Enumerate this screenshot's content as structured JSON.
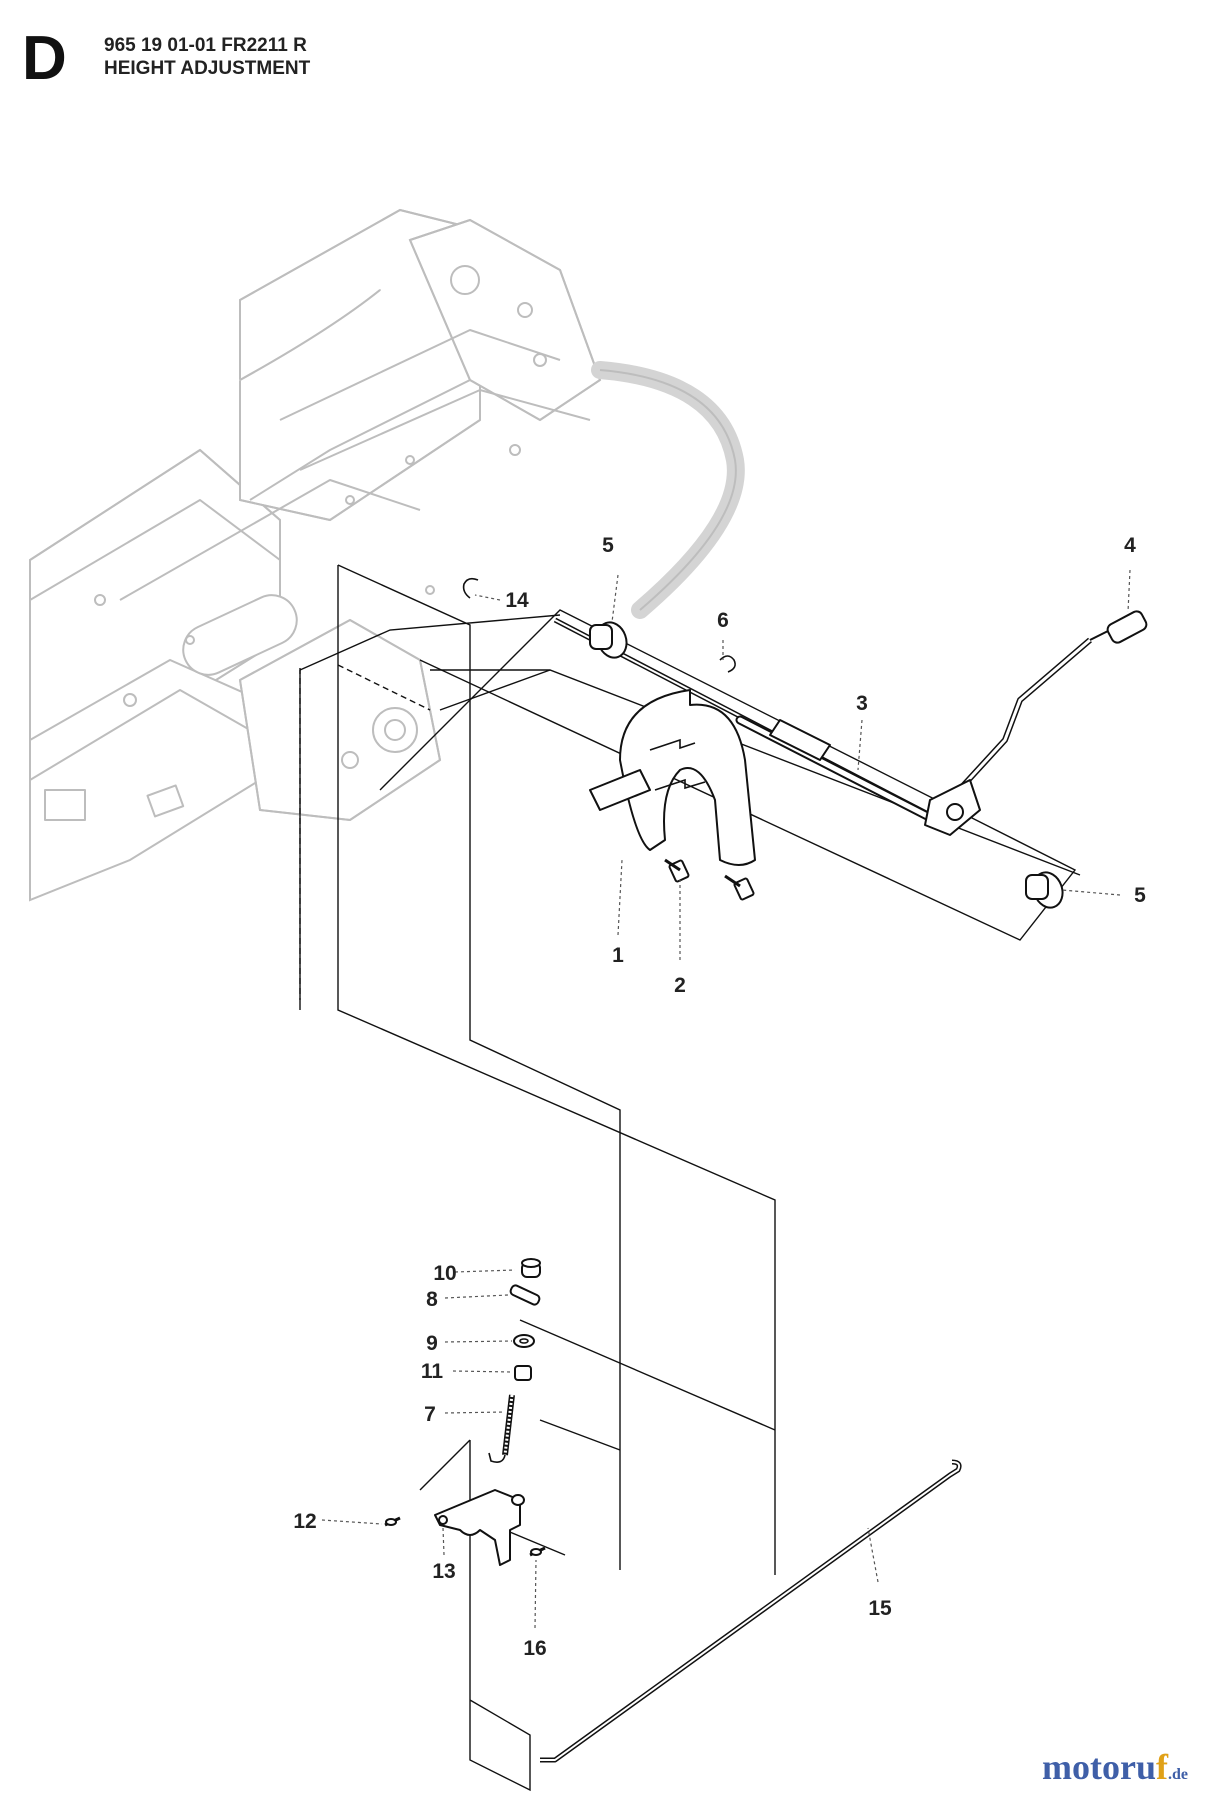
{
  "header": {
    "section_letter": "D",
    "part_number_line": "965 19 01-01 FR2211 R",
    "title": "HEIGHT ADJUSTMENT"
  },
  "callouts": [
    {
      "id": "c1",
      "label": "1"
    },
    {
      "id": "c2",
      "label": "2"
    },
    {
      "id": "c3",
      "label": "3"
    },
    {
      "id": "c4",
      "label": "4"
    },
    {
      "id": "c5a",
      "label": "5"
    },
    {
      "id": "c5b",
      "label": "5"
    },
    {
      "id": "c6",
      "label": "6"
    },
    {
      "id": "c7",
      "label": "7"
    },
    {
      "id": "c8",
      "label": "8"
    },
    {
      "id": "c9",
      "label": "9"
    },
    {
      "id": "c10",
      "label": "10"
    },
    {
      "id": "c11",
      "label": "11"
    },
    {
      "id": "c12",
      "label": "12"
    },
    {
      "id": "c13",
      "label": "13"
    },
    {
      "id": "c14",
      "label": "14"
    },
    {
      "id": "c15",
      "label": "15"
    },
    {
      "id": "c16",
      "label": "16"
    }
  ],
  "watermark": {
    "part1": "moto",
    "part2": "ru",
    "part3": "f",
    "suffix": ".de"
  }
}
